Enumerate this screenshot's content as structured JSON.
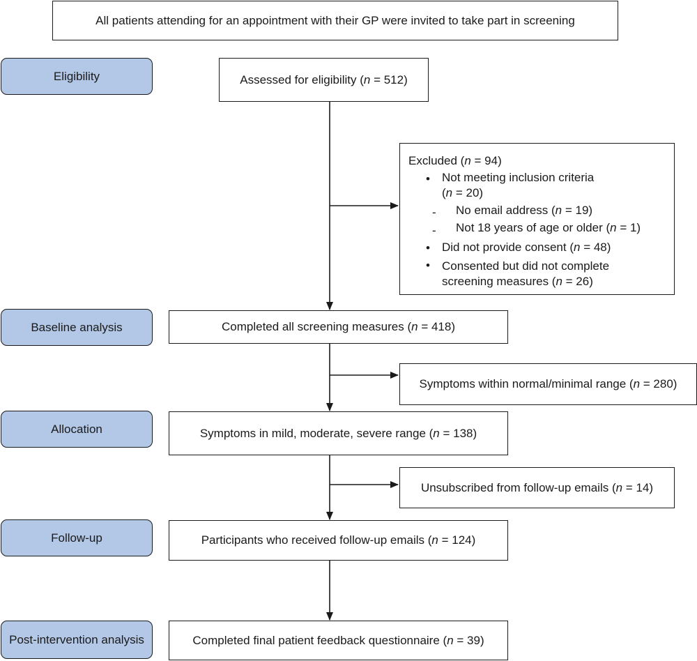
{
  "top_banner": "All patients attending for an appointment with their GP were invited to take part in screening",
  "stages": {
    "eligibility": "Eligibility",
    "baseline": "Baseline analysis",
    "allocation": "Allocation",
    "followup": "Follow-up",
    "post": "Post-intervention analysis"
  },
  "n_symbol": "n",
  "boxes": {
    "assessed": {
      "pre": "Assessed for eligibility (",
      "post": " = 512)"
    },
    "completed_screening": {
      "pre": "Completed all screening measures (",
      "post": " = 418)"
    },
    "mild_severe": {
      "pre": "Symptoms in mild, moderate, severe range (",
      "post": " = 138)"
    },
    "received_followup": {
      "pre": "Participants who received follow-up emails (",
      "post": " = 124)"
    },
    "final_feedback": {
      "pre": "Completed final patient feedback questionnaire (",
      "post": " = 39)"
    }
  },
  "side_boxes": {
    "normal_range": {
      "pre": "Symptoms within normal/minimal range (",
      "post": " = 280)"
    },
    "unsubscribed": {
      "pre": "Unsubscribed from follow-up emails (",
      "post": " = 14)"
    }
  },
  "excluded": {
    "title": {
      "pre": "Excluded (",
      "post": " = 94)"
    },
    "not_meeting_1": "Not meeting inclusion criteria",
    "not_meeting_2": {
      "pre": "(",
      "post": " = 20)"
    },
    "no_email": {
      "pre": "No email address (",
      "post": " = 19)"
    },
    "not_18": {
      "pre": "Not 18 years of age or older (",
      "post": " = 1)"
    },
    "no_consent": {
      "pre": "Did not provide consent (",
      "post": " = 48)"
    },
    "consented_1": "Consented but did not complete",
    "consented_2": {
      "pre": "screening measures (",
      "post": " = 26)"
    },
    "bullet_symbol": "•",
    "dash_symbol": "-"
  }
}
